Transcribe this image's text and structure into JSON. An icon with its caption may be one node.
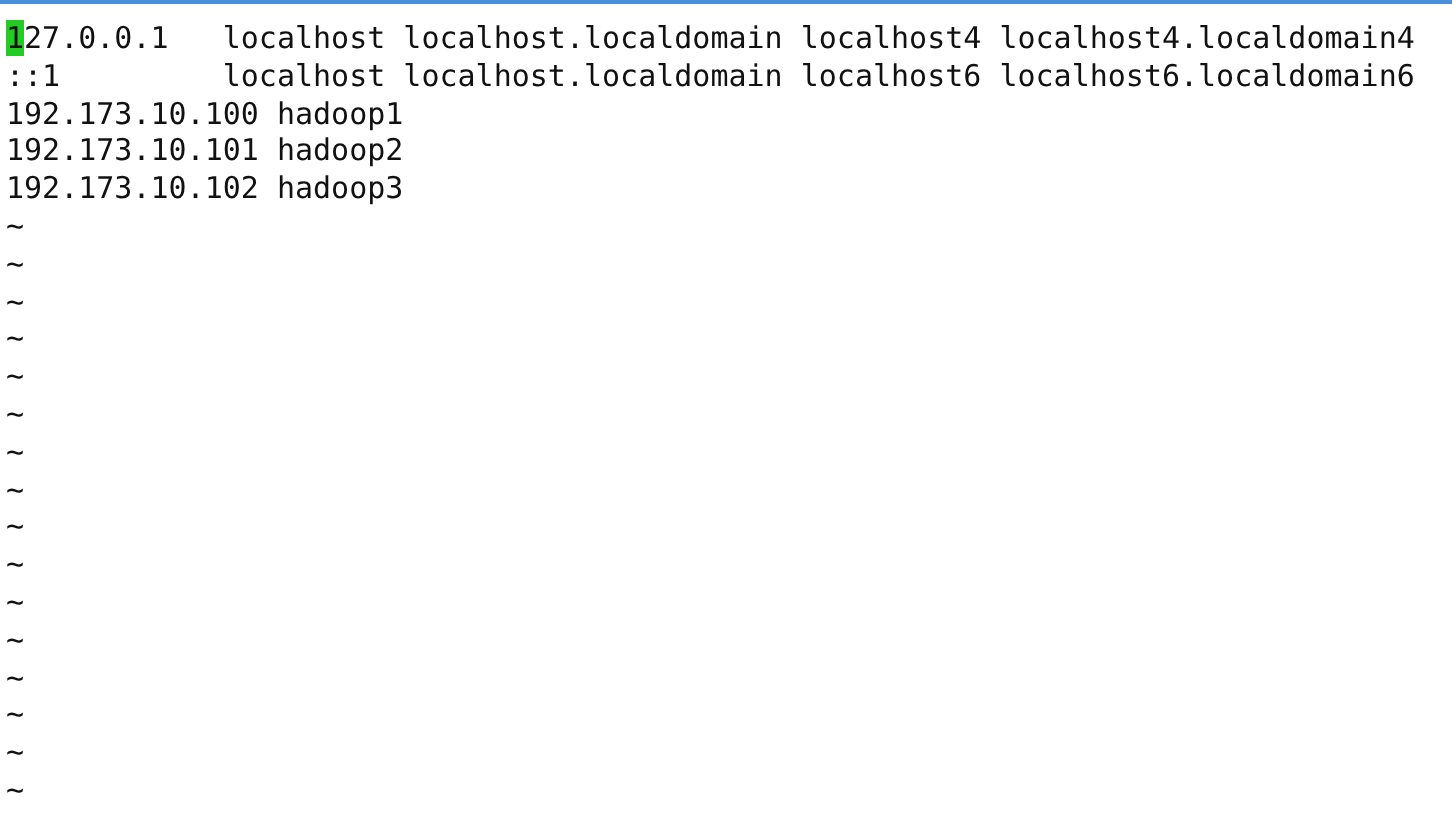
{
  "diagram": {
    "labels": [
      "127.0.0.1   localhost localhost.localdomain localhost4 localhost4.localdomain4",
      "::1         localhost localhost.localdomain localhost6 localhost6.localdomain6",
      "192.173.10.100 hadoop1",
      "192.173.10.101 hadoop2",
      "192.173.10.102 hadoop3",
      "~",
      "~",
      "~",
      "~",
      "~",
      "~",
      "~",
      "~",
      "~",
      "~",
      "~",
      "~",
      "~",
      "~",
      "~",
      "~"
    ]
  }
}
